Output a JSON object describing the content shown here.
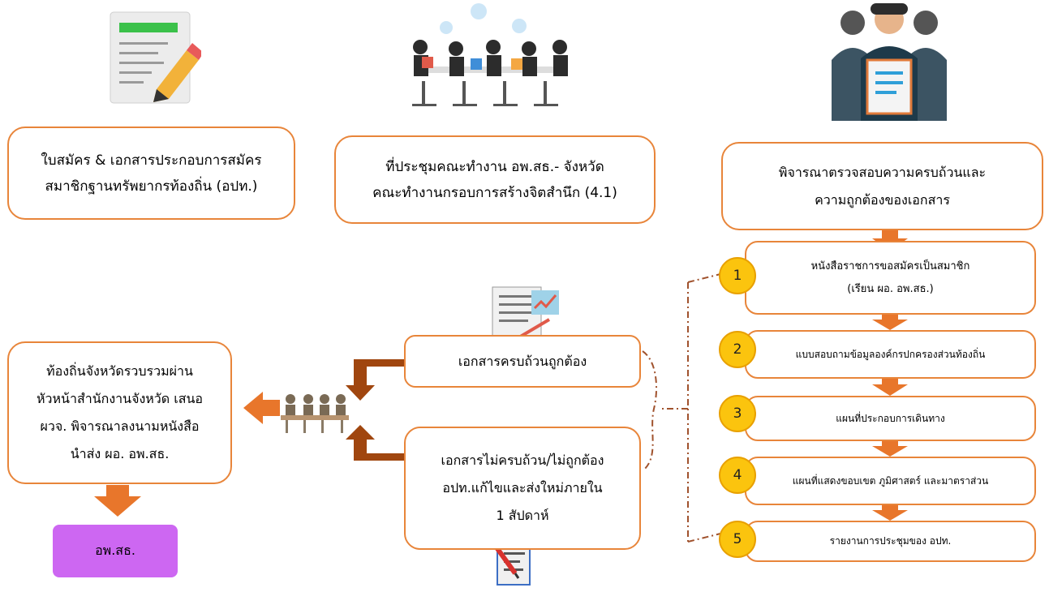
{
  "top": {
    "box1": [
      "ใบสมัคร & เอกสารประกอบการสมัคร",
      "สมาชิกฐานทรัพยากรท้องถิ่น (อปท.)"
    ],
    "box2": [
      "ที่ประชุมคณะทำงาน อพ.สธ.- จังหวัด",
      "คณะทำงานกรอบการสร้างจิตสำนึก (4.1)"
    ],
    "box3": [
      "พิจารณาตรวจสอบความครบถ้วนและ",
      "ความถูกต้องของเอกสาร"
    ]
  },
  "steps": [
    {
      "num": "1",
      "lines": [
        "หนังสือราชการขอสมัครเป็นสมาชิก",
        "(เรียน ผอ. อพ.สธ.)"
      ]
    },
    {
      "num": "2",
      "lines": [
        "แบบสอบถามข้อมูลองค์กรปกครองส่วนท้องถิ่น"
      ]
    },
    {
      "num": "3",
      "lines": [
        "แผนที่ประกอบการเดินทาง"
      ]
    },
    {
      "num": "4",
      "lines": [
        "แผนที่แสดงขอบเขต ภูมิศาสตร์ และมาตราส่วน"
      ]
    },
    {
      "num": "5",
      "lines": [
        "รายงานการประชุมของ อปท."
      ]
    }
  ],
  "middle": {
    "complete": "เอกสารครบถ้วนถูกต้อง",
    "incomplete": [
      "เอกสารไม่ครบถ้วน/ไม่ถูกต้อง",
      "อปท.แก้ไขและส่งใหม่ภายใน",
      "1 สัปดาห์"
    ]
  },
  "left": {
    "box": [
      "ท้องถิ่นจังหวัดรวบรวมผ่าน",
      "หัวหน้าสำนักงานจังหวัด เสนอ",
      "ผวจ. พิจารณาลงนามหนังสือ",
      "นำส่ง ผอ. อพ.สธ."
    ],
    "final": "อพ.สธ."
  },
  "colors": {
    "border": "#e8853a",
    "arrow": "#e8762b",
    "circle": "#fbc40e",
    "final": "#cd67f2",
    "connector": "#a0522d"
  },
  "icons": [
    "document-edit-icon",
    "meeting-people-icon",
    "document-review-icon",
    "checklist-icon",
    "meeting-table-icon",
    "pen-document-icon"
  ]
}
